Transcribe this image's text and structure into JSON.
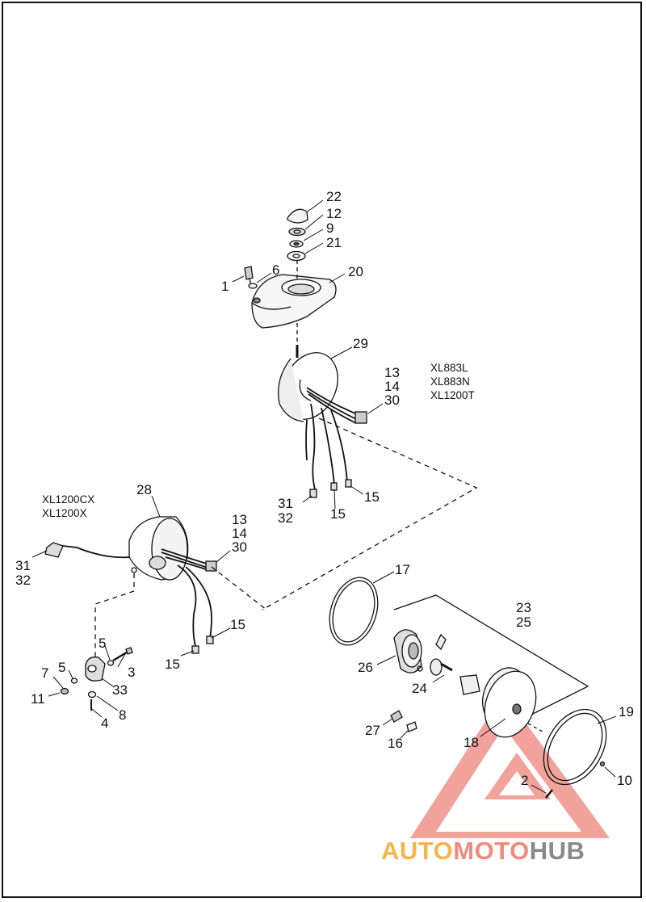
{
  "callouts": [
    {
      "id": "c22",
      "text": "22"
    },
    {
      "id": "c12",
      "text": "12"
    },
    {
      "id": "c9",
      "text": "9"
    },
    {
      "id": "c21",
      "text": "21"
    },
    {
      "id": "c1",
      "text": "1"
    },
    {
      "id": "c6",
      "text": "6"
    },
    {
      "id": "c20",
      "text": "20"
    },
    {
      "id": "c29",
      "text": "29"
    },
    {
      "id": "c13a",
      "text": "13"
    },
    {
      "id": "c14a",
      "text": "14"
    },
    {
      "id": "c30a",
      "text": "30"
    },
    {
      "id": "c31a",
      "text": "31"
    },
    {
      "id": "c32a",
      "text": "32"
    },
    {
      "id": "c15a",
      "text": "15"
    },
    {
      "id": "c15b",
      "text": "15"
    },
    {
      "id": "c28",
      "text": "28"
    },
    {
      "id": "c13b",
      "text": "13"
    },
    {
      "id": "c14b",
      "text": "14"
    },
    {
      "id": "c30b",
      "text": "30"
    },
    {
      "id": "c31b",
      "text": "31"
    },
    {
      "id": "c32b",
      "text": "32"
    },
    {
      "id": "c15c",
      "text": "15"
    },
    {
      "id": "c15d",
      "text": "15"
    },
    {
      "id": "c17",
      "text": "17"
    },
    {
      "id": "c23",
      "text": "23"
    },
    {
      "id": "c25",
      "text": "25"
    },
    {
      "id": "c5a",
      "text": "5"
    },
    {
      "id": "c5b",
      "text": "5"
    },
    {
      "id": "c7",
      "text": "7"
    },
    {
      "id": "c3",
      "text": "3"
    },
    {
      "id": "c11",
      "text": "11"
    },
    {
      "id": "c33",
      "text": "33"
    },
    {
      "id": "c8",
      "text": "8"
    },
    {
      "id": "c4",
      "text": "4"
    },
    {
      "id": "c26",
      "text": "26"
    },
    {
      "id": "c24",
      "text": "24"
    },
    {
      "id": "c27",
      "text": "27"
    },
    {
      "id": "c16",
      "text": "16"
    },
    {
      "id": "c18",
      "text": "18"
    },
    {
      "id": "c19",
      "text": "19"
    },
    {
      "id": "c2",
      "text": "2"
    },
    {
      "id": "c10",
      "text": "10"
    }
  ],
  "models_right": [
    "XL883L",
    "XL883N",
    "XL1200T"
  ],
  "models_left": [
    "XL1200CX",
    "XL1200X"
  ],
  "watermark": {
    "part1": "AUTO",
    "part2": "MOTO",
    "part3": "HUB"
  },
  "colors": {
    "line": "#111111",
    "watermark_red": "#e4574b",
    "watermark_yellow": "#f4b54c",
    "watermark_gray": "#8a8a8a"
  }
}
